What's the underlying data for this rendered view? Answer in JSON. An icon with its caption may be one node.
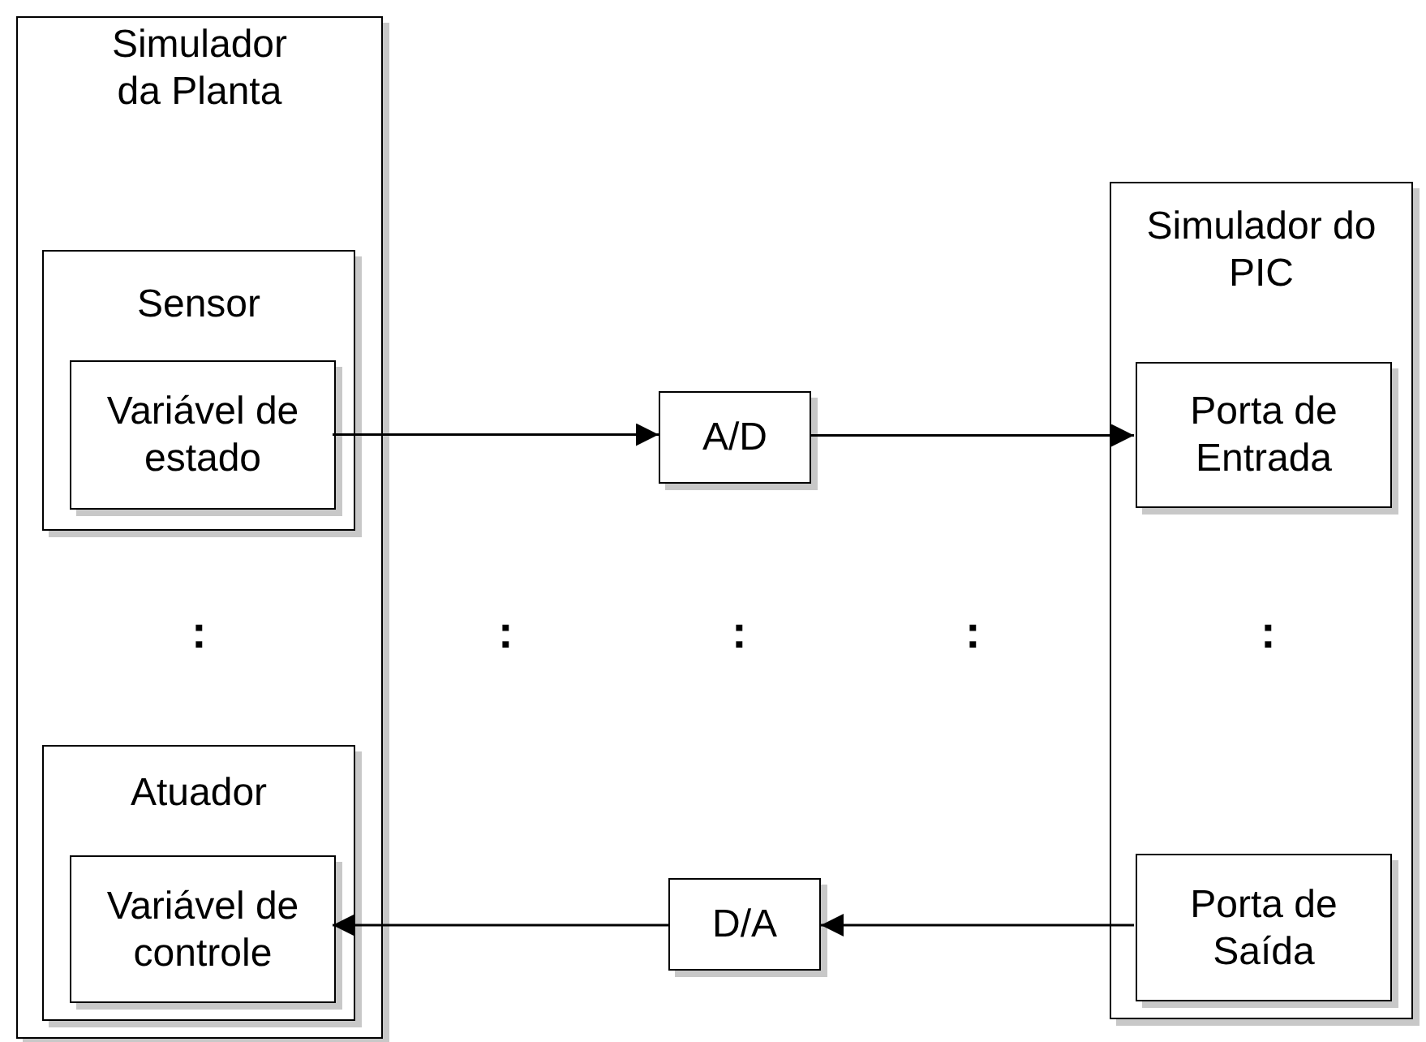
{
  "diagram": {
    "nodes": [
      {
        "text": [
          "Simulador da Planta"
        ]
      },
      {
        "text": [
          "Sensor"
        ],
        "in": 0
      },
      {
        "text": [
          "Variável de estado"
        ],
        "in": 1
      },
      {
        "text": [
          "Atuador"
        ],
        "in": 0
      },
      {
        "text": [
          "Variável de controle"
        ],
        "in": 3
      },
      {
        "text": [
          "A/D"
        ]
      },
      {
        "text": [
          "D/A"
        ]
      },
      {
        "text": [
          "Simulador do PIC"
        ]
      },
      {
        "text": [
          "Porta de Entrada"
        ],
        "in": 7
      },
      {
        "text": [
          "Porta de Saída"
        ],
        "in": 7
      }
    ],
    "edges": [
      {
        "from": 2,
        "to": 5,
        "arrow": "to"
      },
      {
        "from": 5,
        "to": 8,
        "arrow": "to"
      },
      {
        "from": 9,
        "to": 6,
        "arrow": "to"
      },
      {
        "from": 6,
        "to": 4,
        "arrow": "to"
      }
    ],
    "labels": [
      ":",
      ":",
      ":",
      ":",
      ":"
    ]
  }
}
